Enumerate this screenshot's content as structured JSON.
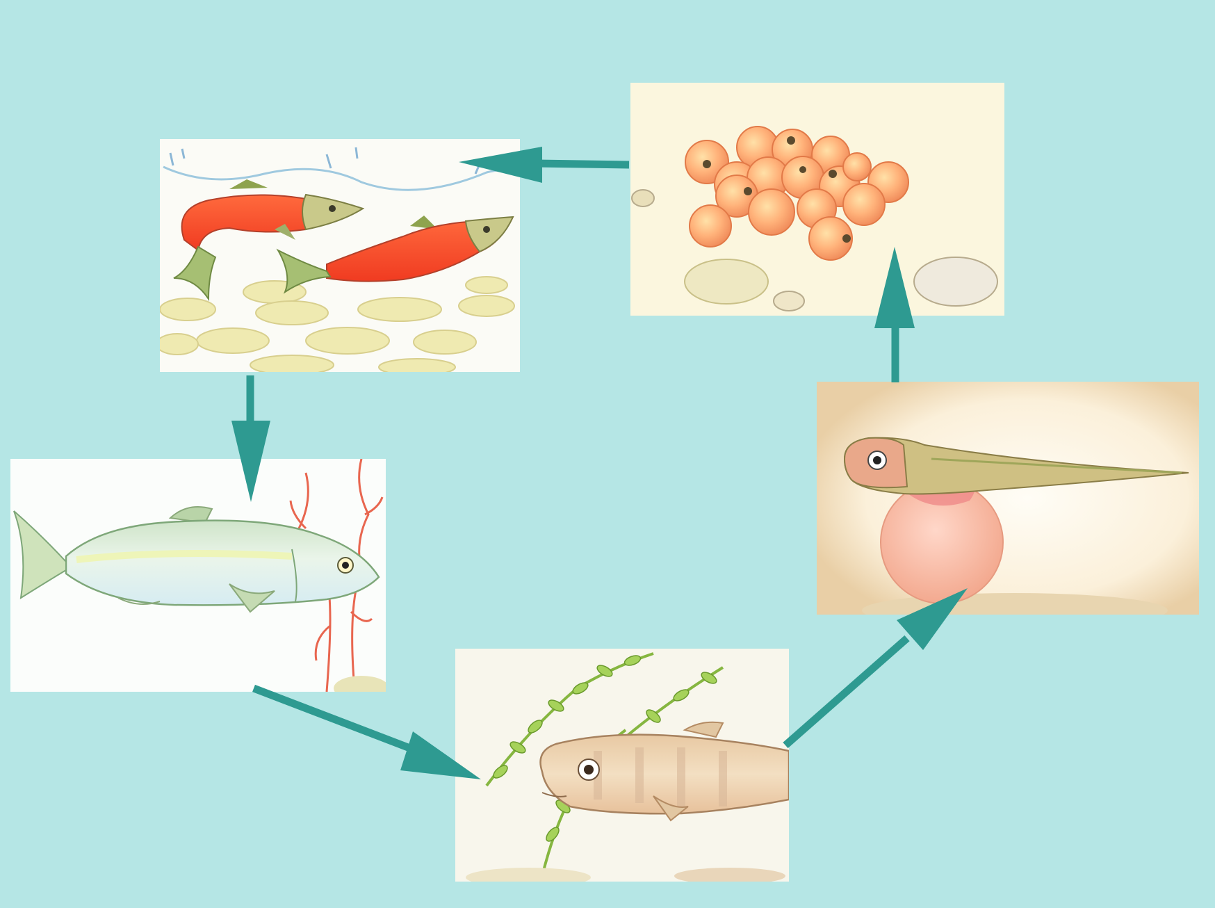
{
  "diagram": {
    "type": "life-cycle",
    "background_color": "#b5e6e5",
    "arrow_color": "#2e9a91",
    "stages": [
      {
        "id": "adults-spawning",
        "icon": "spawning-salmon-pair-illustration"
      },
      {
        "id": "adult",
        "icon": "silver-adult-salmon-illustration"
      },
      {
        "id": "fry",
        "icon": "juvenile-fry-among-weeds-illustration"
      },
      {
        "id": "alevin",
        "icon": "alevin-with-yolk-sac-illustration"
      },
      {
        "id": "eggs",
        "icon": "salmon-eggs-in-gravel-illustration"
      }
    ],
    "flow": [
      "eggs",
      "adults-spawning",
      "adult",
      "fry",
      "alevin",
      "eggs"
    ]
  }
}
